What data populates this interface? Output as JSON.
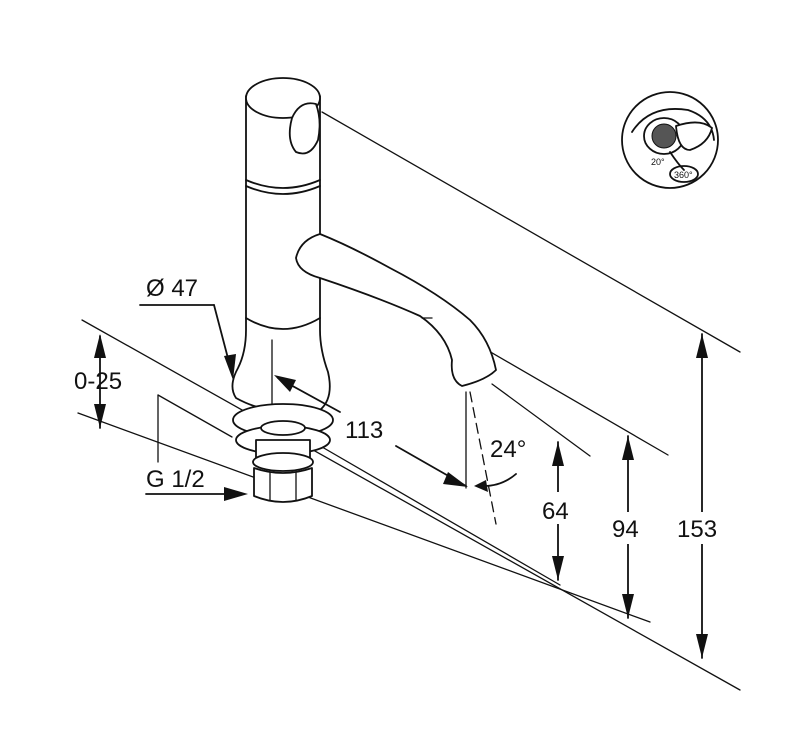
{
  "dimensions": {
    "diameter": "Ø 47",
    "adjustment": "0-25",
    "thread": "G 1/2",
    "reach": "113",
    "angle": "24°",
    "outlet_height": "64",
    "spout_height": "94",
    "total_height": "153"
  },
  "inset": {
    "swivel_small": "20°",
    "swivel_large": "360°"
  }
}
